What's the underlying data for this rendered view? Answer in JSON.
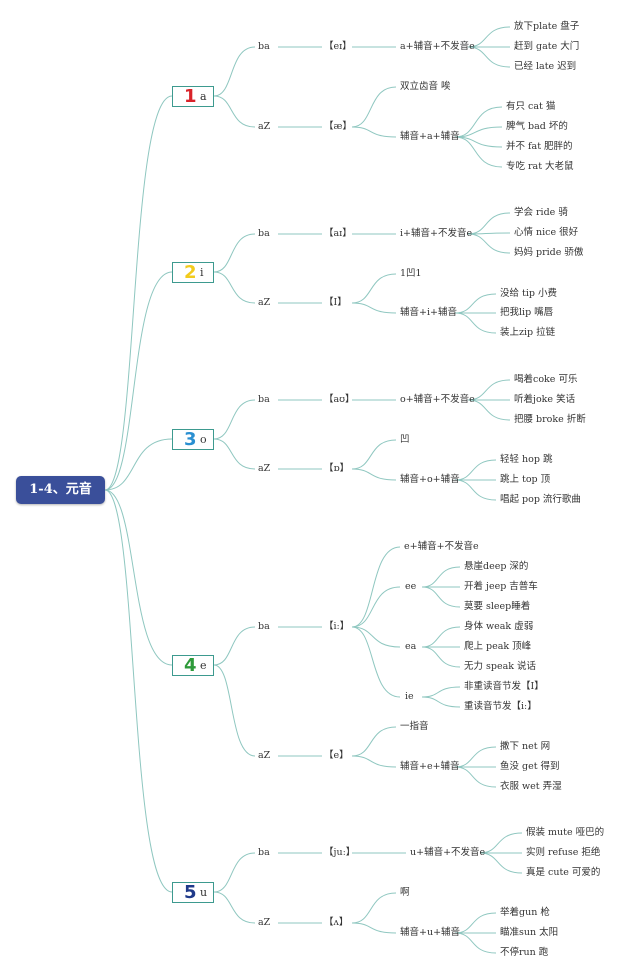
{
  "root": "1-4、元音",
  "colors": {
    "root_bg": "#3a4f9a",
    "link": "#8fc7c0",
    "box_border": "#3d9a8f"
  },
  "vowels": [
    {
      "num": "1",
      "letter": "a",
      "num_color": "#d9232a",
      "ba": "ba",
      "ba_ipa": "【eɪ】",
      "ba_rule": "a+辅音+不发音e",
      "ba_words": [
        "放下plate 盘子",
        "赶到 gate 大门",
        "已经 late 迟到"
      ],
      "az": "aZ",
      "az_ipa": "【æ】",
      "az_note": "双立齿音 唉",
      "az_rule": "辅音+a+辅音",
      "az_words": [
        "有只 cat 猫",
        "脾气 bad 坏的",
        "并不 fat 肥胖的",
        "专吃 rat 大老鼠"
      ]
    },
    {
      "num": "2",
      "letter": "i",
      "num_color": "#f2cb1d",
      "ba": "ba",
      "ba_ipa": "【aɪ】",
      "ba_rule": "i+辅音+不发音e",
      "ba_words": [
        "学会 ride 骑",
        "心情 nice 很好",
        "妈妈 pride 骄傲"
      ],
      "az": "aZ",
      "az_ipa": "【I】",
      "az_note": "1凹1",
      "az_rule": "辅音+i+辅音",
      "az_words": [
        "没给 tip 小费",
        "把我lip 嘴唇",
        "装上zip 拉链"
      ]
    },
    {
      "num": "3",
      "letter": "o",
      "num_color": "#2a8fd1",
      "ba": "ba",
      "ba_ipa": "【aʊ】",
      "ba_rule": "o+辅音+不发音e",
      "ba_words": [
        "喝着coke 可乐",
        "听着joke 笑话",
        "把腰 broke 折断"
      ],
      "az": "aZ",
      "az_ipa": "【ɒ】",
      "az_note": "凹",
      "az_rule": "辅音+o+辅音",
      "az_words": [
        "轻轻 hop 跳",
        "跳上 top 顶",
        "唱起 pop 流行歌曲"
      ]
    },
    {
      "num": "4",
      "letter": "e",
      "num_color": "#2e9a3a",
      "ba": "ba",
      "ba_ipa": "【iː】",
      "ba_rule": "e+辅音+不发音e",
      "ee": "ee",
      "ee_words": [
        "悬崖deep 深的",
        "开着 jeep 吉普车",
        "莫要 sleep睡着"
      ],
      "ea": "ea",
      "ea_words": [
        "身体 weak 虚弱",
        "爬上 peak 顶峰",
        "无力 speak 说话"
      ],
      "ie": "ie",
      "ie_words": [
        "非重读音节发【I】",
        "重读音节发【iː】"
      ],
      "az": "aZ",
      "az_ipa": "【e】",
      "az_note": "一指音",
      "az_rule": "辅音+e+辅音",
      "az_words": [
        "撒下 net 网",
        "鱼没 get 得到",
        "衣服 wet 弄湿"
      ]
    },
    {
      "num": "5",
      "letter": "u",
      "num_color": "#1f3a8a",
      "ba": "ba",
      "ba_ipa": "【juː】",
      "ba_rule": "u+辅音+不发音e",
      "ba_words": [
        "假装 mute 哑巴的",
        "实则 refuse 拒绝",
        "真是 cute 可爱的"
      ],
      "az": "aZ",
      "az_ipa": "【ʌ】",
      "az_note": "啊",
      "az_rule": "辅音+u+辅音",
      "az_words": [
        "举着gun 枪",
        "瞄准sun 太阳",
        "不停run 跑"
      ]
    }
  ]
}
